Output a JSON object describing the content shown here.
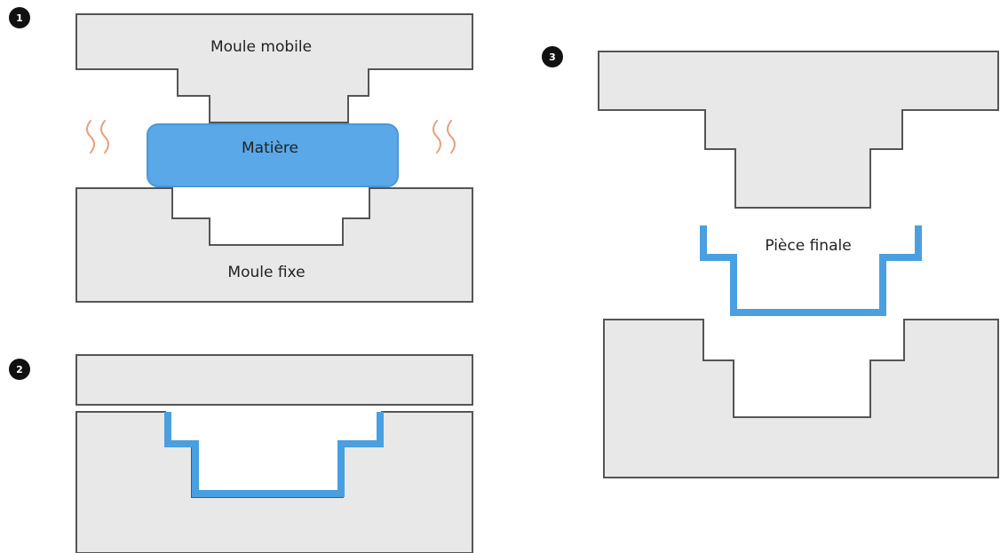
{
  "steps": [
    {
      "number": "1",
      "labels": {
        "top_mold": "Moule mobile",
        "material": "Matière",
        "bottom_mold": "Moule fixe"
      }
    },
    {
      "number": "2"
    },
    {
      "number": "3",
      "labels": {
        "part": "Pièce finale"
      }
    }
  ],
  "colors": {
    "mold_fill": "#e8e8e8",
    "mold_stroke": "#555555",
    "material": "#5aa8e8",
    "part": "#4a9fe0",
    "heat": "#e8a080",
    "badge": "#111111"
  }
}
